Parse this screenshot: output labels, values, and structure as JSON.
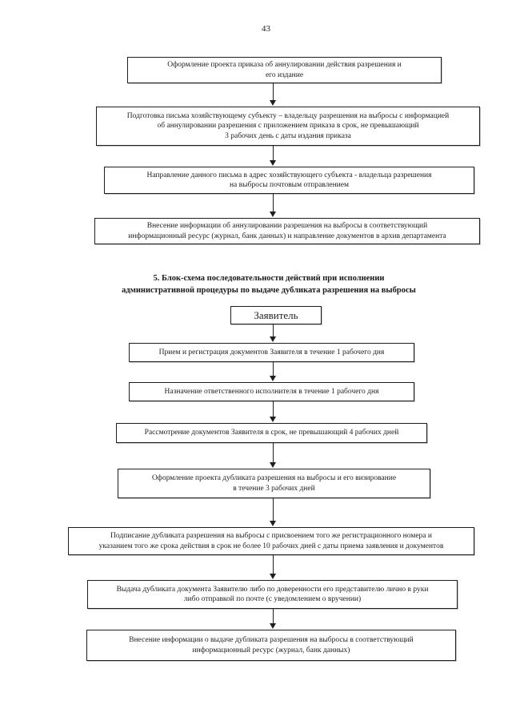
{
  "page": {
    "number": "43"
  },
  "colors": {
    "ink": "#1f1f1f",
    "paper": "#ffffff"
  },
  "icons": {
    "flow-arrow": "down-triangle-css-shape"
  },
  "flowchart_top": {
    "steps": [
      {
        "text": "Оформление проекта приказа об аннулировании действия разрешения и\nего издание"
      },
      {
        "text": "Подготовка письма хозяйствующему субъекту – владельцу разрешения на выбросы с информацией\nоб аннулировании разрешения с приложением приказа в срок, не превышающий\n3 рабочих день с даты издания приказа"
      },
      {
        "text": "Направление данного письма  в адрес хозяйствующего субъекта - владельца разрешения\nна выбросы почтовым отправлением"
      },
      {
        "text": "Внесение информации об аннулировании  разрешения на выбросы в соответствующий\nинформационный ресурс (журнал, банк данных) и направление документов в архив департамента"
      }
    ]
  },
  "section_heading": "5. Блок-схема последовательности действий при исполнении\nадминистративной процедуры по выдаче дубликата разрешения на выбросы",
  "flowchart_bottom": {
    "start_label": "Заявитель",
    "steps": [
      {
        "text": "Прием и регистрация документов Заявителя в течение 1 рабочего дня"
      },
      {
        "text": "Назначение ответственного исполнителя в течение 1 рабочего дня"
      },
      {
        "text": "Рассмотрение документов Заявителя в срок, не превышающий 4 рабочих дней"
      },
      {
        "text": "Оформление проекта дубликата разрешения на выбросы и его визирование\nв течение 3 рабочих дней"
      },
      {
        "text": "Подписание дубликата разрешения на выбросы с присвоением того же регистрационного номера и\nуказанием того же срока действия в срок не более 10 рабочих дней с даты приема заявления и документов"
      },
      {
        "text": "Выдача дубликата документа Заявителю либо по доверенности его представителю  лично в руки\nлибо отправкой по почте (с уведомлением о вручении)"
      },
      {
        "text": "Внесение информации о выдаче дубликата разрешения на выбросы в соответствующий\nинформационный ресурс (журнал, банк данных)"
      }
    ]
  }
}
